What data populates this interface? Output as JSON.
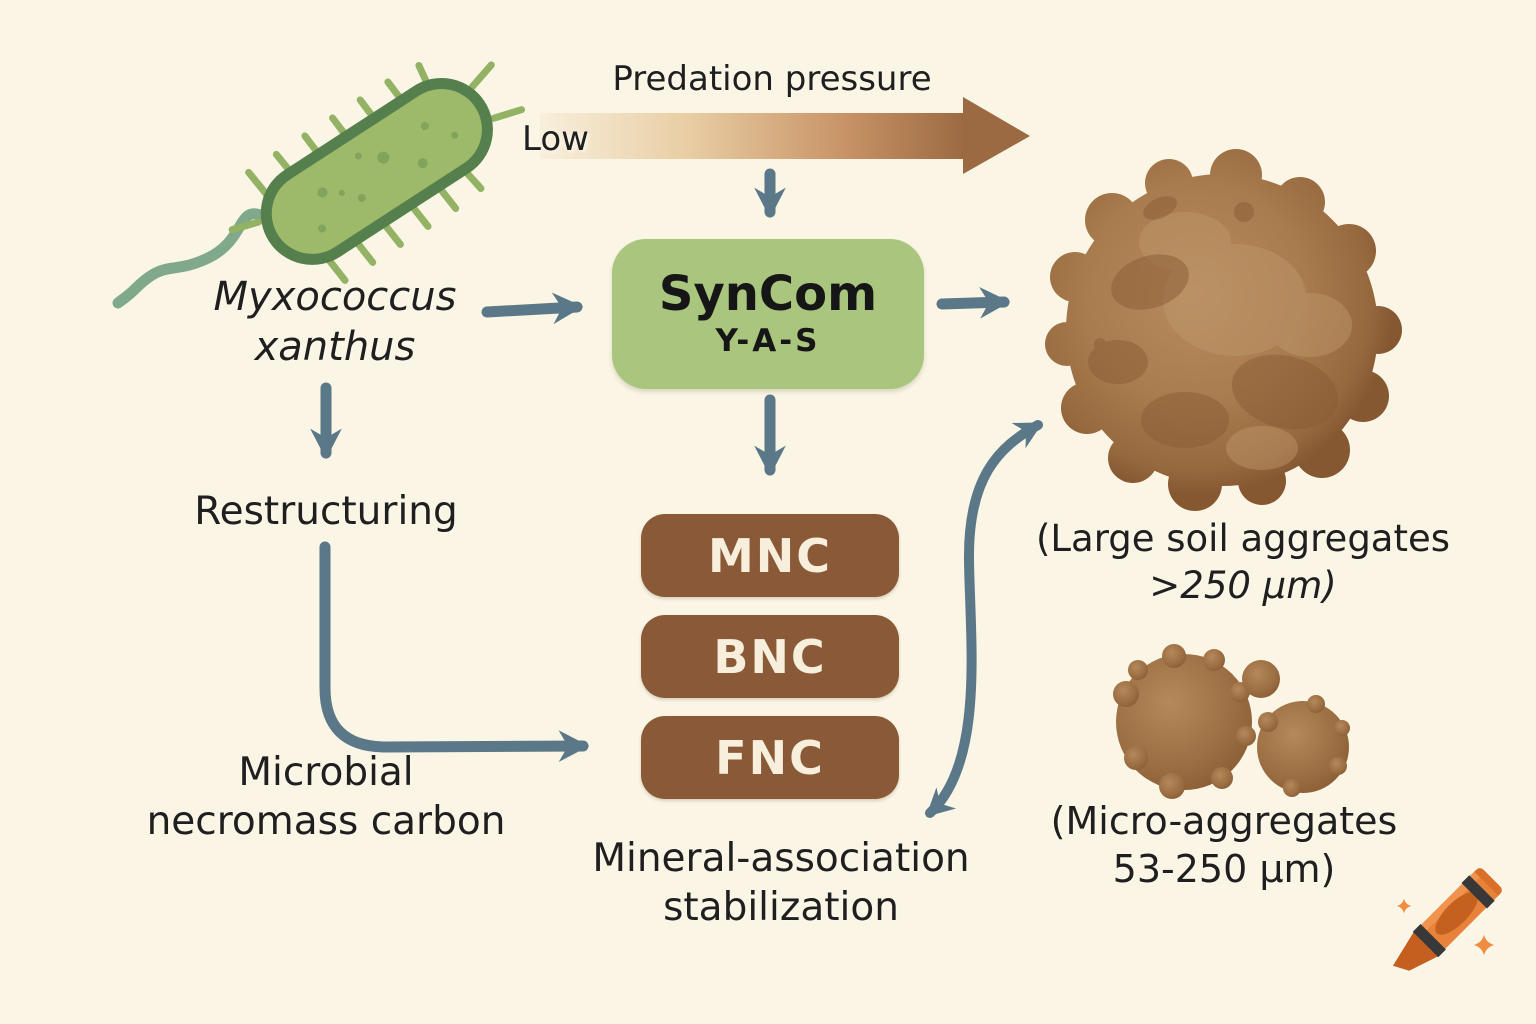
{
  "figure": {
    "type": "scientific-process-diagram",
    "topic": "Predation-driven soil aggregate formation"
  },
  "header": {
    "title": "Predation pressure",
    "low_label": "Low"
  },
  "bacterium": {
    "label_line1": "Myxococcus",
    "label_line2": "xanthus"
  },
  "syncom": {
    "title": "SynCom",
    "subtitle": "Y-A-S"
  },
  "carbon_boxes": [
    {
      "label": "MNC"
    },
    {
      "label": "BNC"
    },
    {
      "label": "FNC"
    }
  ],
  "labels": {
    "restructuring": "Restructuring",
    "necromass_line1": "Microbial",
    "necromass_line2": "necromass carbon",
    "mineral_line1": "Mineral-association",
    "mineral_line2": "stabilization"
  },
  "aggregates": {
    "large_line1": "(Large soil aggregates",
    "large_line2": ">250 μm)",
    "micro_line1": "(Micro-aggregates",
    "micro_line2": "53-250 μm)"
  },
  "icons": {
    "bacterium": "bacterium-illustration",
    "large_aggregate": "soil-aggregate-illustration",
    "micro_aggregates": "micro-aggregates-illustration",
    "watermark": "crayon-icon"
  },
  "colors": {
    "background": "#faf5e4",
    "arrow": "#5b7889",
    "gradient_start": "#f8efdc",
    "gradient_end": "#9c6a42",
    "syncom_green": "#a9c57e",
    "carbon_brown": "#8a5a38",
    "soil_brown": "#a87c4e",
    "bacteria_green": "#9cba6a"
  }
}
